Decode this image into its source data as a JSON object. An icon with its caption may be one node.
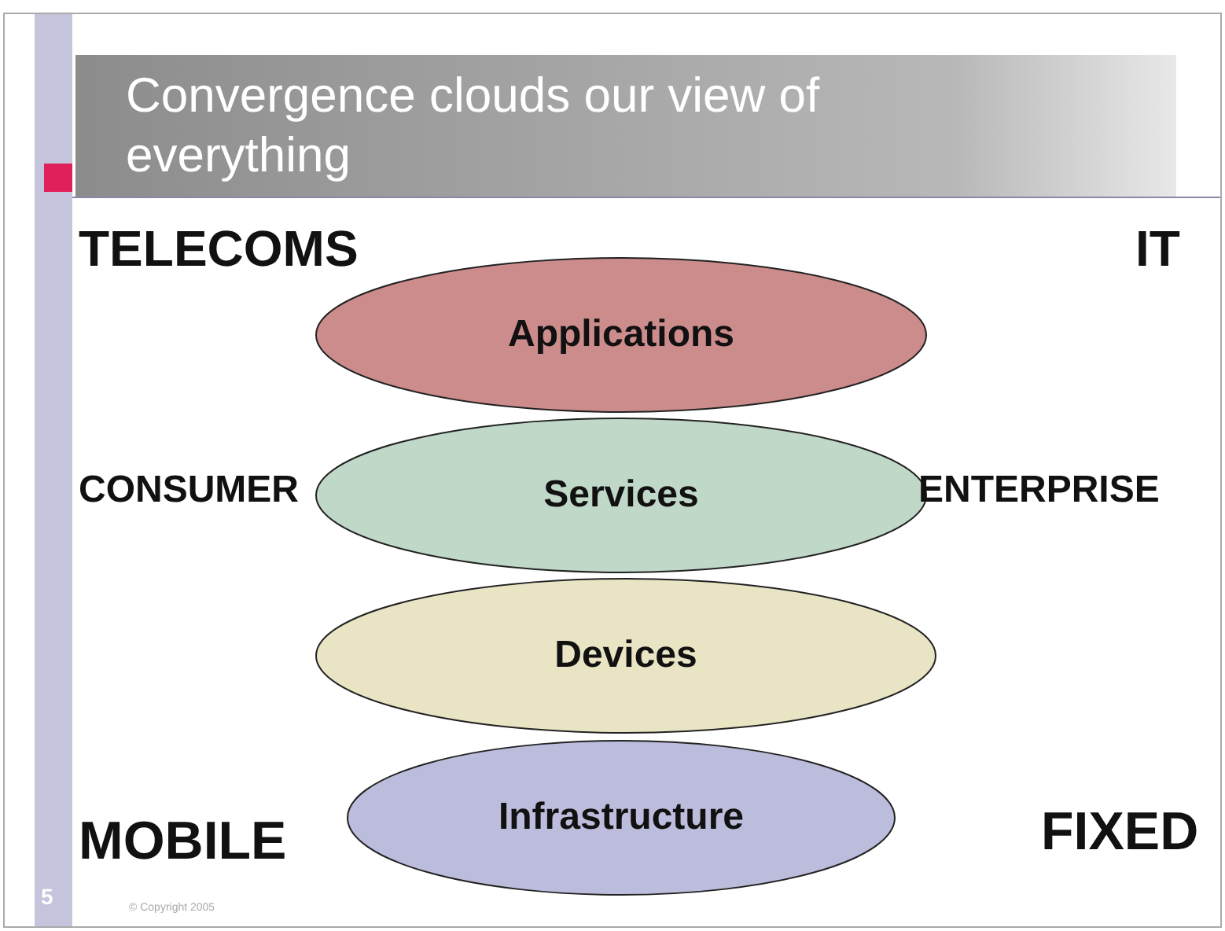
{
  "diagram": {
    "title": "Convergence clouds our  view of everything",
    "nodes": [
      {
        "text": [
          "Applications"
        ]
      },
      {
        "text": [
          "Services"
        ]
      },
      {
        "text": [
          "Devices"
        ]
      },
      {
        "text": [
          "Infrastructure"
        ]
      }
    ],
    "labels": [
      "TELECOMS",
      "IT",
      "CONSUMER",
      "ENTERPRISE",
      "MOBILE",
      "FIXED",
      "5",
      "© Copyright 2005"
    ]
  }
}
